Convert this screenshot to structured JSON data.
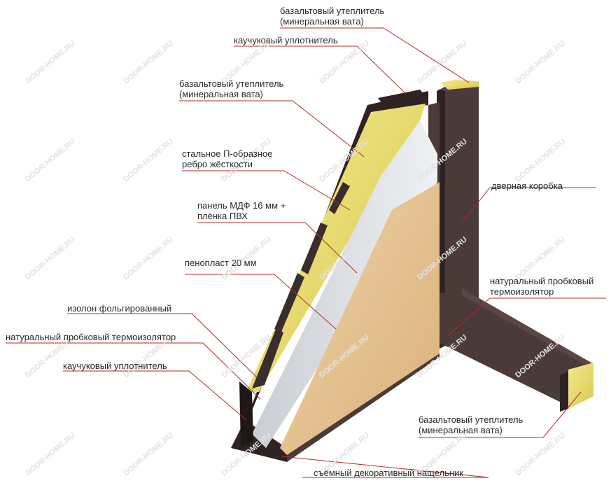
{
  "watermark": "DOOR-HOME.RU",
  "labels": {
    "top_basalt_1": "базальтовый утеплитель",
    "top_basalt_2": "(минеральная вата)",
    "top_rubber": "каучуковый уплотнитель",
    "mid_basalt_1": "базальтовый утеплитель",
    "mid_basalt_2": "(минеральная вата)",
    "steel_rib_1": "стальное П-образное",
    "steel_rib_2": "ребро жёсткости",
    "mdf_1": "панель МДФ 16 мм +",
    "mdf_2": "плёнка ПВХ",
    "foam": "пенопласт 20 мм",
    "door_frame": "дверная коробка",
    "cork_right_1": "натуральный пробковый",
    "cork_right_2": "термоизолятор",
    "izolon": "изолон фольгированный",
    "cork_left": "натуральный пробковый термоизолятор",
    "rubber_left": "каучуковый уплотнитель",
    "bottom_basalt_1": "базальтовый утеплитель",
    "bottom_basalt_2": "(минеральная вата)",
    "trim": "съёмный декоративный нащельник"
  },
  "colors": {
    "steel": "#4a3a38",
    "steel_dark": "#2e2322",
    "insulation": "#e8dc6a",
    "foam": "#dfe2e6",
    "mdf": "#e9c99a",
    "leader": "#b52a2a"
  }
}
